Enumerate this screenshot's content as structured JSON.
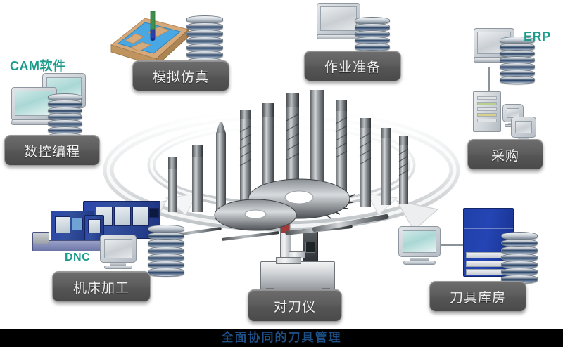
{
  "diagram": {
    "title_bar": {
      "caption": "全面协同的刀具管理"
    },
    "accents": [
      {
        "id": "cam",
        "label": "CAM软件",
        "color": "#1c9c8c"
      },
      {
        "id": "erp",
        "label": "ERP",
        "color": "#1c9c8c"
      },
      {
        "id": "dnc",
        "label": "DNC",
        "color": "#1c9c8c"
      }
    ],
    "nodes": [
      {
        "id": "nc-programming",
        "label": "数控编程",
        "icons": [
          "laptop-icon",
          "monitor-icon",
          "database-icon"
        ]
      },
      {
        "id": "simulation",
        "label": "模拟仿真",
        "icons": [
          "cam-workpiece-icon",
          "database-icon"
        ]
      },
      {
        "id": "job-preparation",
        "label": "作业准备",
        "icons": [
          "laptop-icon",
          "database-icon"
        ]
      },
      {
        "id": "purchasing",
        "label": "采购",
        "icons": [
          "laptop-icon",
          "database-icon",
          "server-tower-icon",
          "monitor-icon"
        ]
      },
      {
        "id": "machining",
        "label": "机床加工",
        "icons": [
          "cnc-machine-icon",
          "monitor-icon",
          "database-icon"
        ]
      },
      {
        "id": "tool-presetter",
        "label": "对刀仪",
        "icons": [
          "presetter-icon"
        ]
      },
      {
        "id": "tool-crib",
        "label": "刀具库房",
        "icons": [
          "monitor-icon",
          "tool-cabinet-icon",
          "database-icon"
        ]
      }
    ],
    "center": {
      "ring_name": "cycle-arrow-ring",
      "content_name": "cutting-tools-cluster",
      "tool_count": 14
    },
    "colors": {
      "pill_fill": "#5a5a5a",
      "pill_text": "#f2f2f2",
      "accent": "#1c9c8c",
      "caption": "#1d4f86",
      "bar_bg": "#000000",
      "background": "#ffffff",
      "cabinet_blue": "#2040ab"
    }
  }
}
